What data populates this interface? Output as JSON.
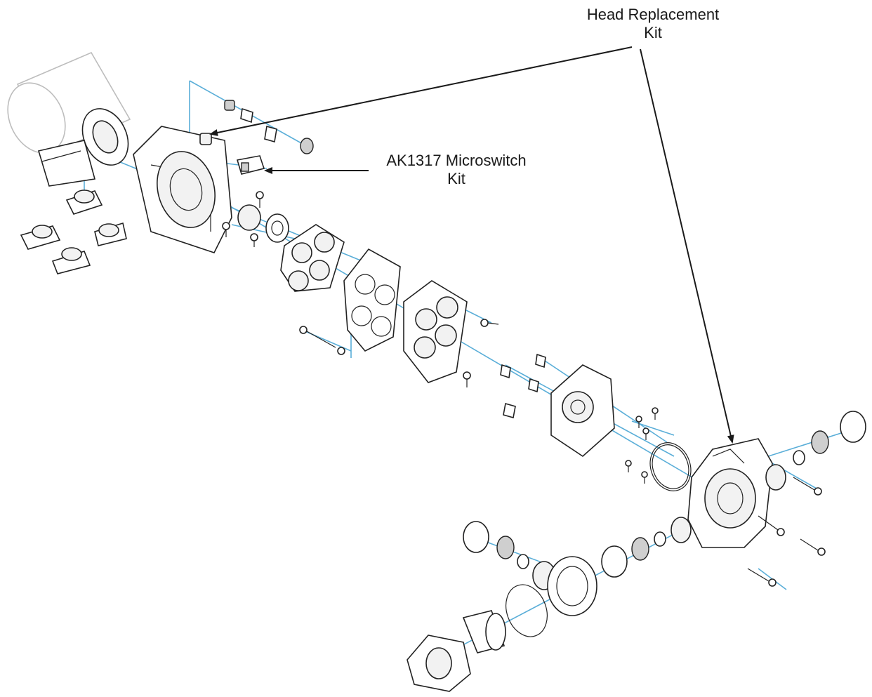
{
  "callouts": {
    "head_kit": {
      "line1": "Head Replacement",
      "line2": "Kit"
    },
    "microswitch_kit": {
      "line1": "AK1317 Microswitch",
      "line2": "Kit"
    }
  },
  "colors": {
    "assembly_axis": "#5aaed8",
    "outline": "#222222",
    "leader": "#1a1a1a"
  }
}
